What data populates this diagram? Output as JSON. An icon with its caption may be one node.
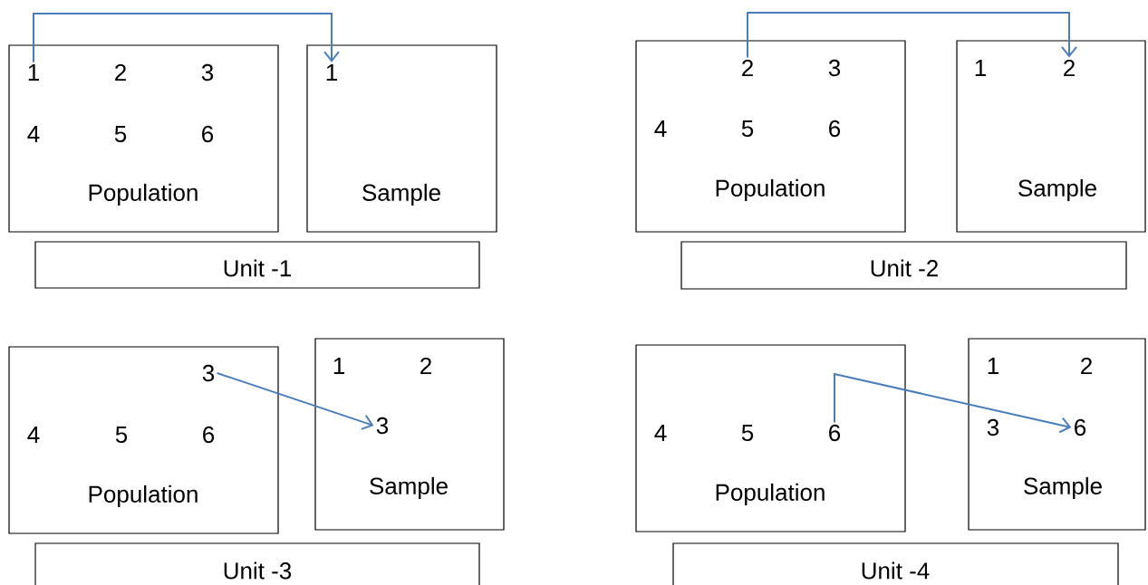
{
  "diagram": {
    "nodes": [
      {
        "text": [
          "Population"
        ]
      },
      {
        "text": [
          "1"
        ],
        "in": 0
      },
      {
        "text": [
          "2"
        ],
        "in": 0
      },
      {
        "text": [
          "3"
        ],
        "in": 0
      },
      {
        "text": [
          "4"
        ],
        "in": 0
      },
      {
        "text": [
          "5"
        ],
        "in": 0
      },
      {
        "text": [
          "6"
        ],
        "in": 0
      },
      {
        "text": [
          "Sample"
        ]
      },
      {
        "text": [
          "1"
        ],
        "in": 7
      },
      {
        "text": [
          "Unit -1"
        ]
      },
      {
        "text": [
          "Population"
        ]
      },
      {
        "text": [
          "2"
        ],
        "in": 10
      },
      {
        "text": [
          "3"
        ],
        "in": 10
      },
      {
        "text": [
          "4"
        ],
        "in": 10
      },
      {
        "text": [
          "5"
        ],
        "in": 10
      },
      {
        "text": [
          "6"
        ],
        "in": 10
      },
      {
        "text": [
          "Sample"
        ]
      },
      {
        "text": [
          "1"
        ],
        "in": 16
      },
      {
        "text": [
          "2"
        ],
        "in": 16
      },
      {
        "text": [
          "Unit -2"
        ]
      },
      {
        "text": [
          "Population"
        ]
      },
      {
        "text": [
          "3"
        ],
        "in": 20
      },
      {
        "text": [
          "4"
        ],
        "in": 20
      },
      {
        "text": [
          "5"
        ],
        "in": 20
      },
      {
        "text": [
          "6"
        ],
        "in": 20
      },
      {
        "text": [
          "Sample"
        ]
      },
      {
        "text": [
          "1"
        ],
        "in": 25
      },
      {
        "text": [
          "2"
        ],
        "in": 25
      },
      {
        "text": [
          "3"
        ],
        "in": 25
      },
      {
        "text": [
          "Unit -3"
        ]
      },
      {
        "text": [
          "Population"
        ]
      },
      {
        "text": [
          "4"
        ],
        "in": 30
      },
      {
        "text": [
          "5"
        ],
        "in": 30
      },
      {
        "text": [
          "6"
        ],
        "in": 30
      },
      {
        "text": [
          "Sample"
        ]
      },
      {
        "text": [
          "1"
        ],
        "in": 34
      },
      {
        "text": [
          "2"
        ],
        "in": 34
      },
      {
        "text": [
          "3"
        ],
        "in": 34
      },
      {
        "text": [
          "6"
        ],
        "in": 34
      },
      {
        "text": [
          "Unit -4"
        ]
      }
    ],
    "edges": [
      {
        "from": 1,
        "to": 8,
        "arrow": "to"
      },
      {
        "from": 11,
        "to": 18,
        "arrow": "to"
      },
      {
        "from": 21,
        "to": 28,
        "arrow": "to"
      },
      {
        "from": 33,
        "to": 38,
        "arrow": "to"
      }
    ]
  }
}
